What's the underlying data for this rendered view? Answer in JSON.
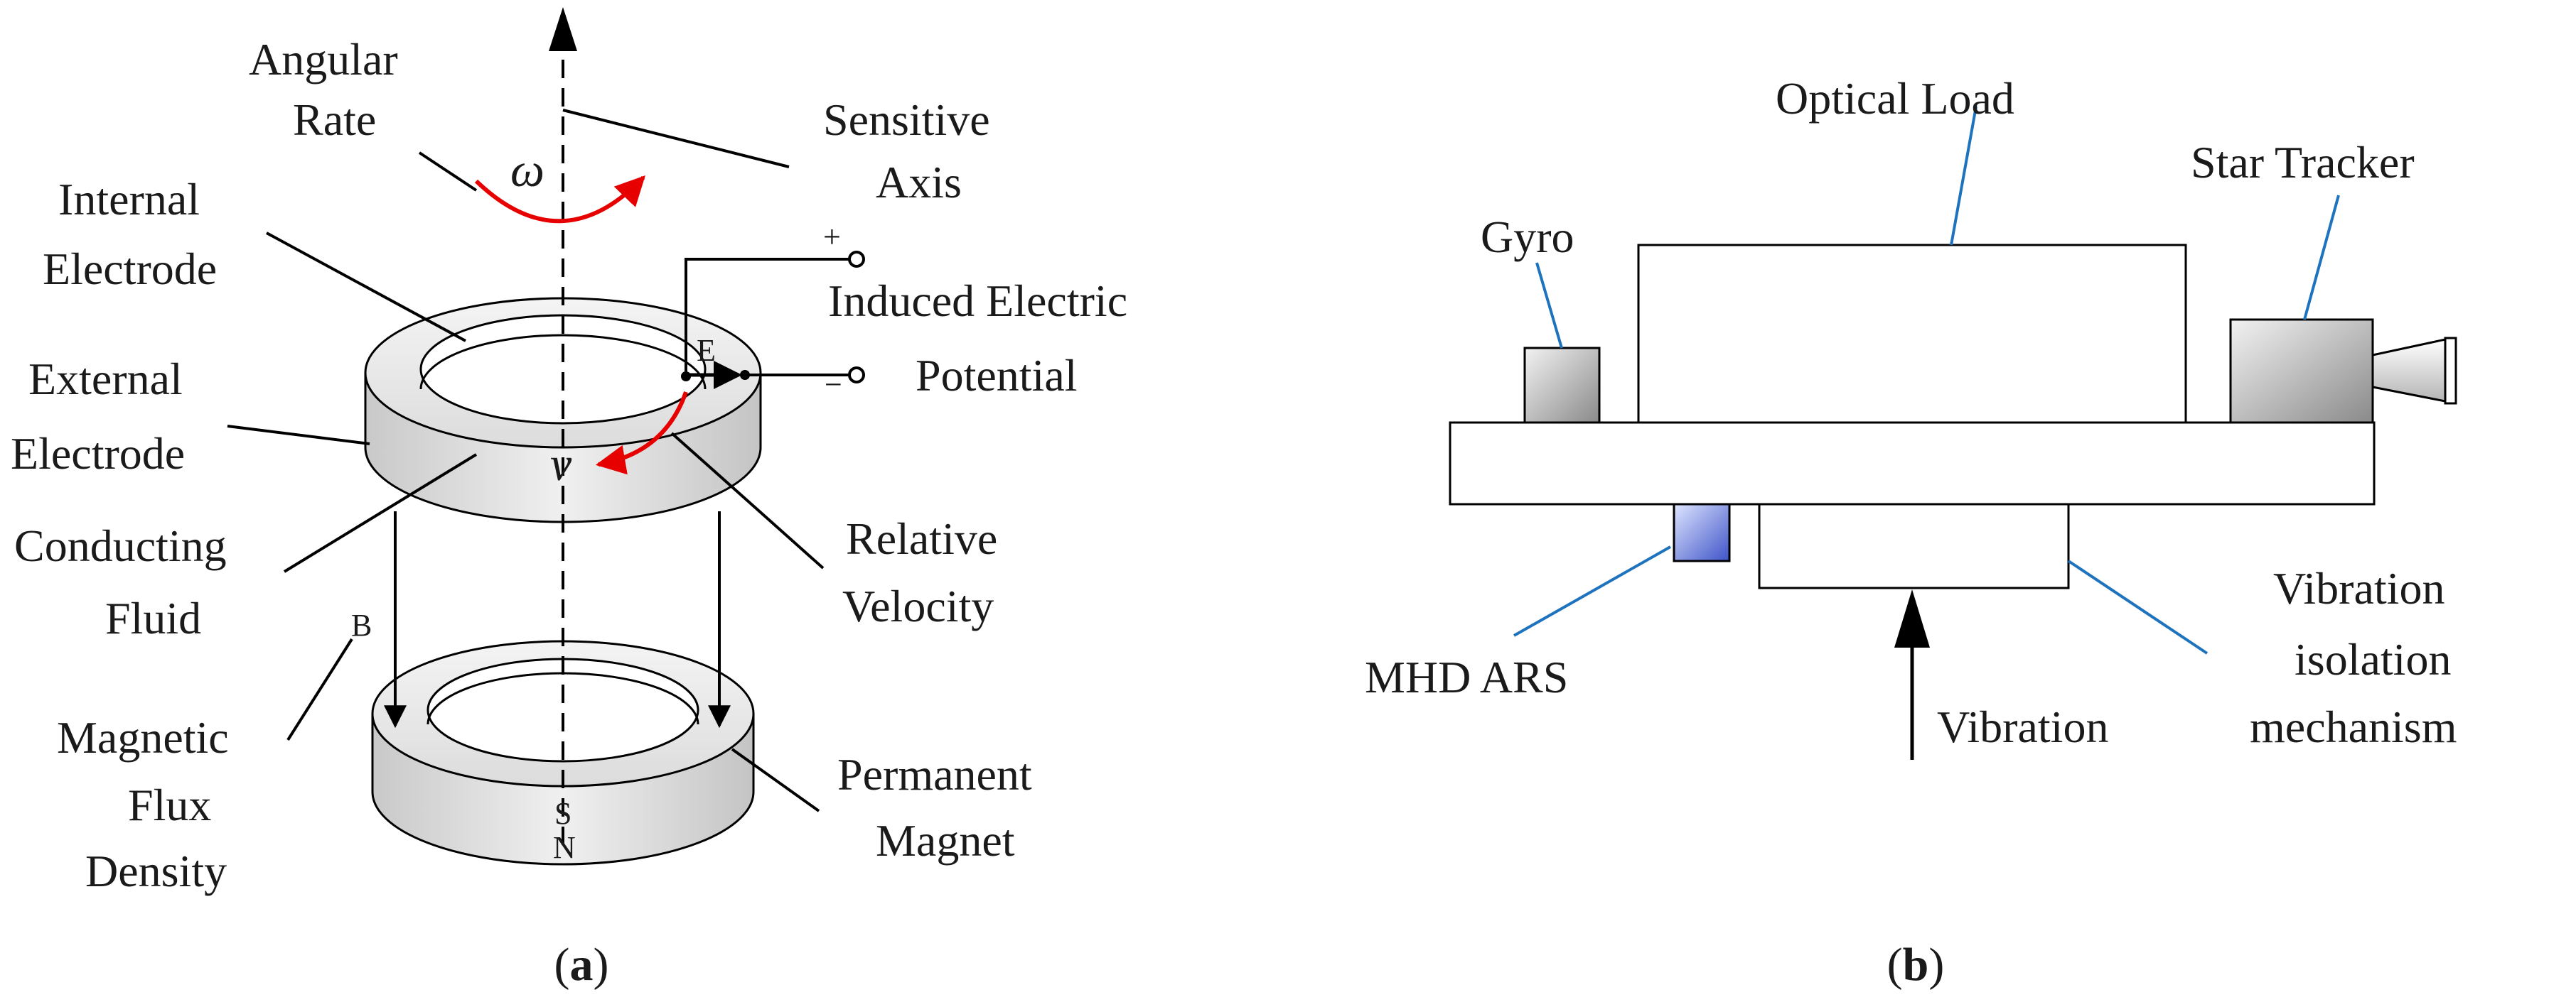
{
  "panel_a": {
    "labels": {
      "angular_rate_1": "Angular",
      "angular_rate_2": "Rate",
      "sensitive_axis_1": "Sensitive",
      "sensitive_axis_2": "Axis",
      "internal_electrode_1": "Internal",
      "internal_electrode_2": "Electrode",
      "external_electrode_1": "External",
      "external_electrode_2": "Electrode",
      "induced_potential_1": "Induced Electric",
      "induced_potential_2": "Potential",
      "conducting_fluid_1": "Conducting",
      "conducting_fluid_2": "Fluid",
      "relative_velocity_1": "Relative",
      "relative_velocity_2": "Velocity",
      "magnetic_flux_1": "Magnetic",
      "magnetic_flux_2": "Flux",
      "magnetic_flux_3": "Density",
      "permanent_magnet_1": "Permanent",
      "permanent_magnet_2": "Magnet"
    },
    "symbols": {
      "omega": "ω",
      "velocity": "v",
      "electric_field": "E",
      "flux": "B",
      "plus": "+",
      "minus": "−",
      "south": "S",
      "north": "N"
    },
    "caption": {
      "open": "(",
      "letter": "a",
      "close": ")"
    }
  },
  "panel_b": {
    "labels": {
      "optical_load": "Optical Load",
      "star_tracker": "Star Tracker",
      "gyro": "Gyro",
      "mhd_ars": "MHD ARS",
      "vibration": "Vibration",
      "vibration_isolation_1": "Vibration",
      "vibration_isolation_2": "isolation",
      "vibration_isolation_3": "mechanism"
    },
    "caption": {
      "open": "(",
      "letter": "b",
      "close": ")"
    }
  }
}
